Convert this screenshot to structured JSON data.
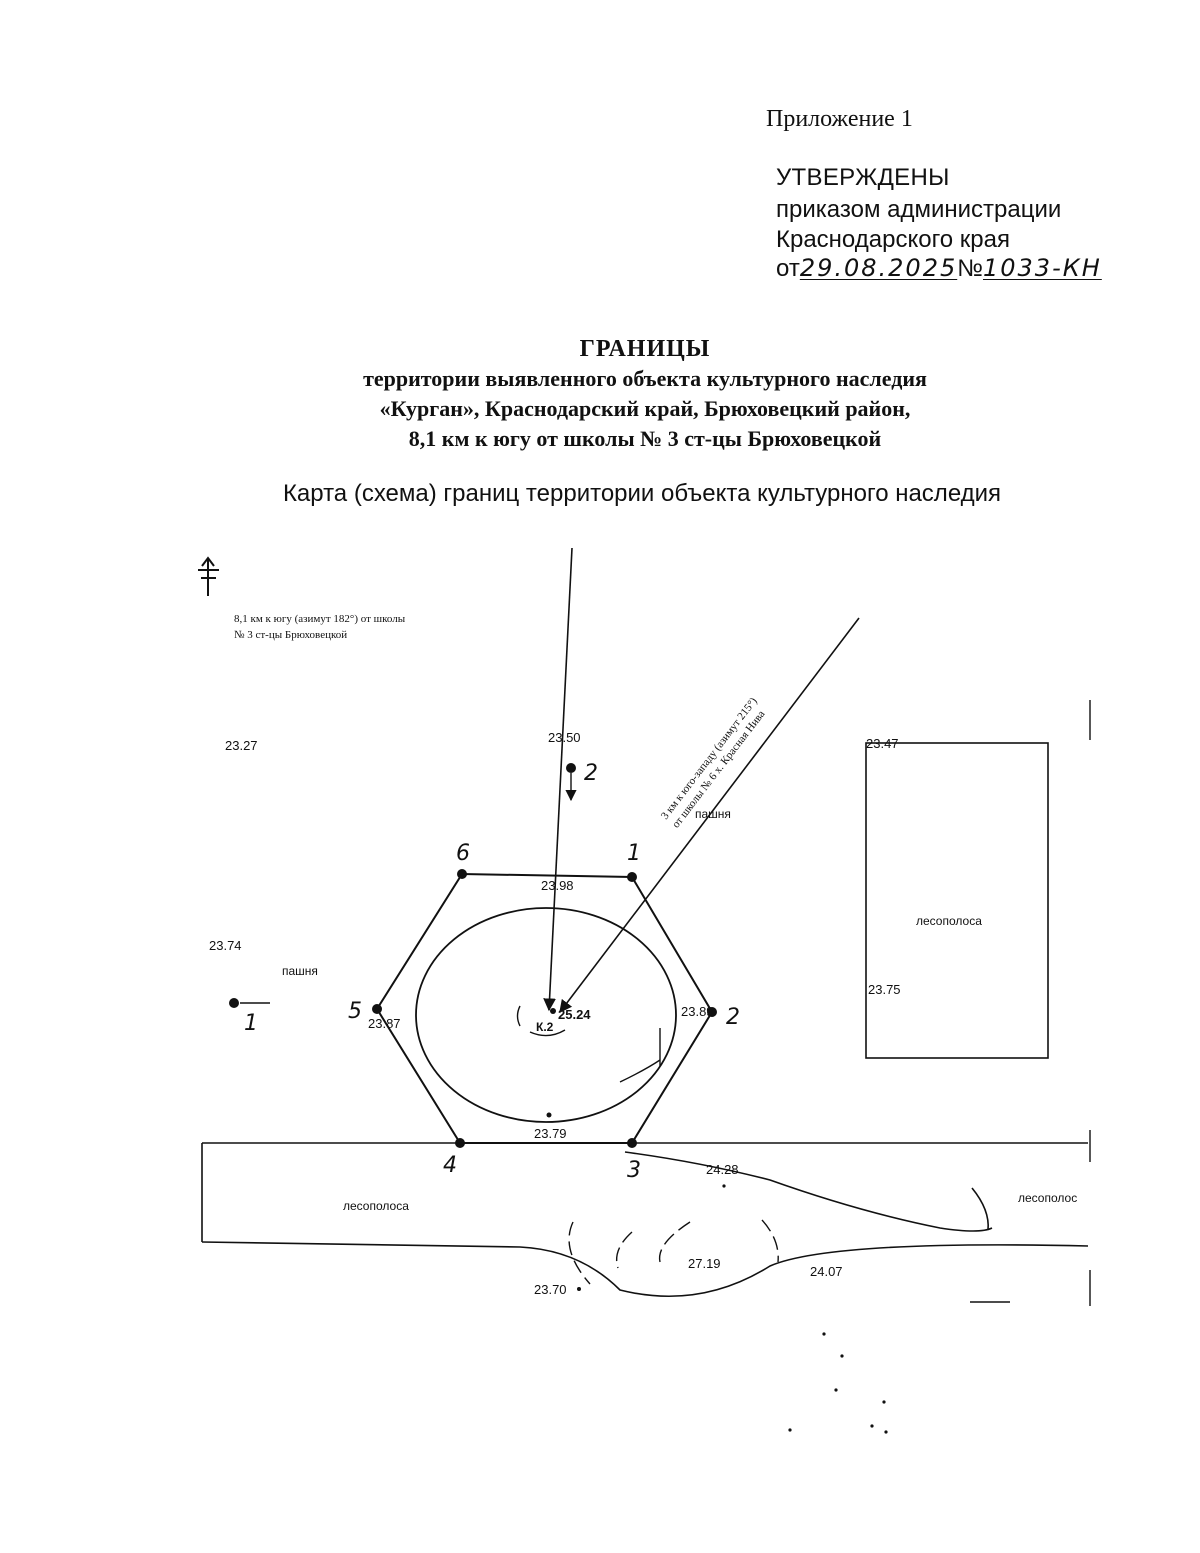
{
  "header": {
    "appendix": "Приложение 1",
    "approved": "УТВЕРЖДЕНЫ",
    "order_line_1": "приказом администрации",
    "order_line_2": "Краснодарского края",
    "date_prefix": "от",
    "date_handwritten": "29.08.2025",
    "number_prefix": "№",
    "number_handwritten": "1033-КН"
  },
  "title": {
    "main": "ГРАНИЦЫ",
    "line1": "территории выявленного объекта культурного наследия",
    "line2": "«Курган», Краснодарский край, Брюховецкий район,",
    "line3": "8,1 км к югу от школы № 3 ст-цы Брюховецкой"
  },
  "subtitle": "Карта (схема) границ территории объекта культурного наследия",
  "map": {
    "caption_1_line1": "8,1 км к югу (азимут 182°) от школы",
    "caption_1_line2": "№ 3 ст-цы Брюховецкой",
    "caption_2_line1": "3 км к юго-западу (азимут 215°)",
    "caption_2_line2": "от школы № 6 х. Красная Нива",
    "mound_label": "К.2",
    "areas": {
      "field_1": "пашня",
      "field_2": "пашня",
      "forest_belt_1": "лесополоса",
      "forest_belt_2": "лесополоса",
      "forest_belt_3": "лесополос"
    },
    "vertices": [
      "1",
      "2",
      "3",
      "4",
      "5",
      "6"
    ],
    "ref_points": [
      "1",
      "2"
    ],
    "elevations": {
      "e1": "23.27",
      "e2": "23.50",
      "e3": "23.47",
      "e4": "23.98",
      "e5": "23.74",
      "e6": "25.24",
      "e7": "23.87",
      "e8": "23.89",
      "e9": "23.75",
      "e10": "23.79",
      "e11": "24.28",
      "e12": "27.19",
      "e13": "24.07",
      "e14": "23.70"
    },
    "north_arrow_icon": "north-arrow-icon"
  }
}
